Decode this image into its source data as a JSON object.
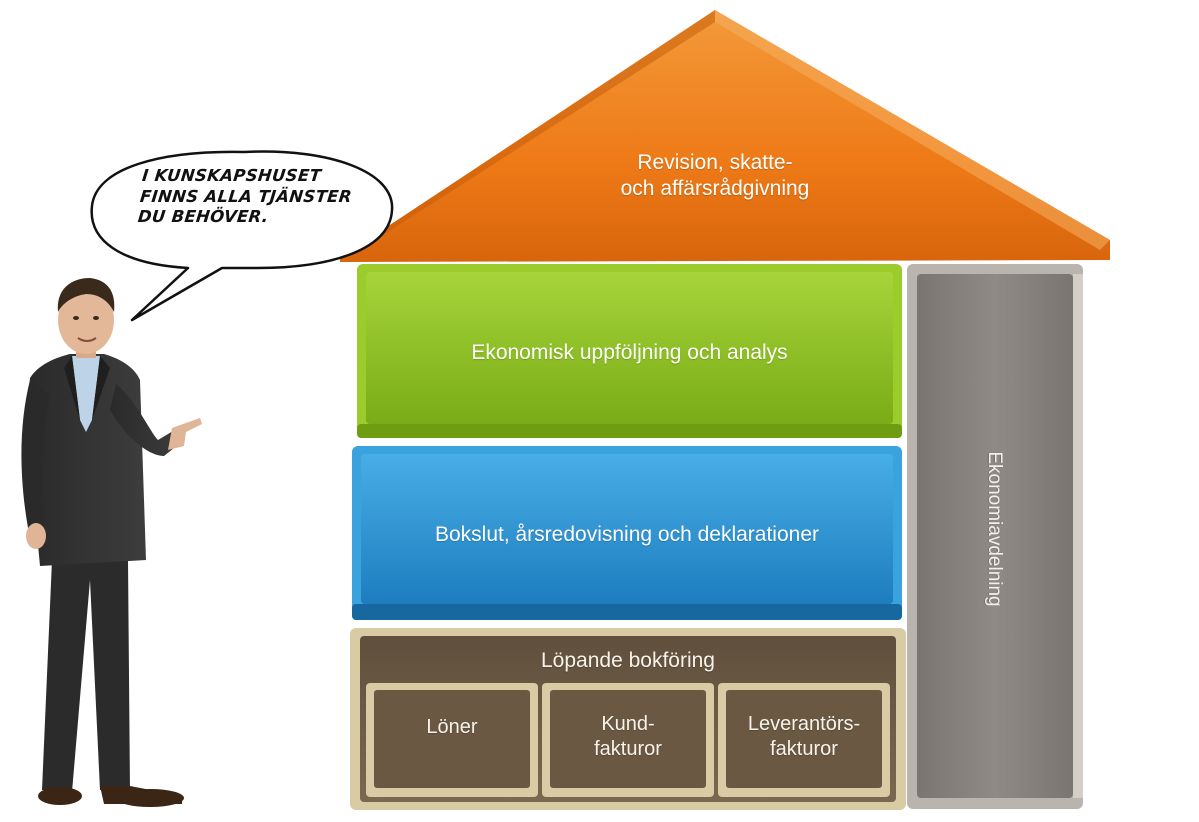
{
  "speech_bubble": {
    "text": "I KUNSKAPSHUSET\nFINNS ALLA TJÄNSTER\nDU BEHÖVER."
  },
  "house": {
    "roof_label": "Revision, skatte-\noch affärsrådgivning",
    "green_label": "Ekonomisk uppföljning och analys",
    "blue_label": "Bokslut, årsredovisning och deklarationer",
    "side_label": "Ekonomiavdelning",
    "base": {
      "title": "Löpande bokföring",
      "boxes": [
        "Löner",
        "Kund-\nfakturor",
        "Leverantörs-\nfakturor"
      ]
    }
  },
  "colors": {
    "roof": "#f07d1a",
    "green": "#8dc21f",
    "blue": "#2a93d5",
    "side": "#8a8580",
    "base": "#6b5a45",
    "base_frame": "#d9cba4"
  }
}
